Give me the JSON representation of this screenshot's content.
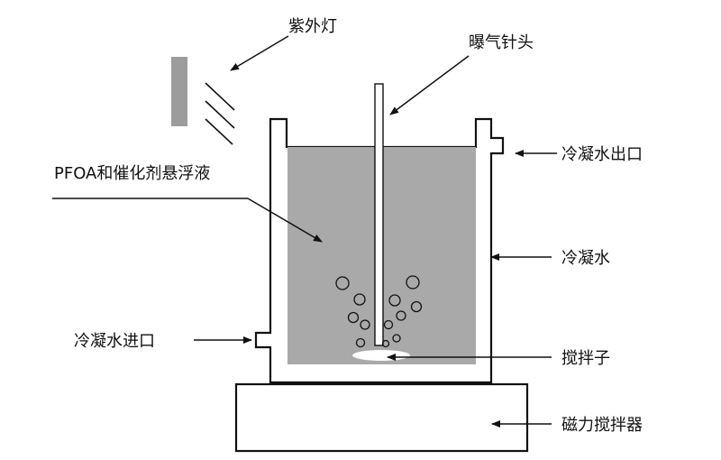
{
  "labels": {
    "uv_lamp": "紫外灯",
    "aeration_needle": "曝气针头",
    "cooling_water_outlet": "冷凝水出口",
    "suspension": "PFOA和催化剂悬浮液",
    "cooling_water": "冷凝水",
    "cooling_water_inlet": "冷凝水进口",
    "stir_bar": "搅拌子",
    "magnetic_stirrer": "磁力搅拌器"
  },
  "colors": {
    "liquid": "#a9a9a9",
    "lamp": "#9c9c9c",
    "line": "#111111",
    "background": "#ffffff",
    "stir_bar": "#ffffff"
  }
}
